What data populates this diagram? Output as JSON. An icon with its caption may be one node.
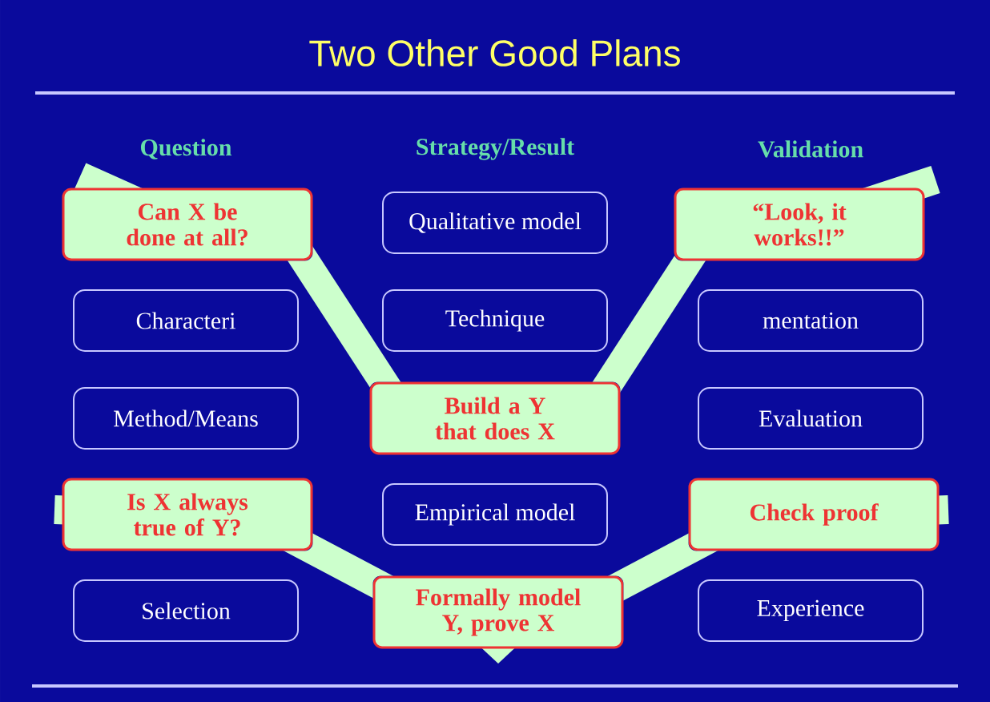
{
  "diagram": {
    "title": "Two Other Good Plans",
    "nodes": [
      {
        "text": [
          "Can X be done at all?"
        ]
      },
      {
        "text": [
          "Qualitative model"
        ]
      },
      {
        "text": [
          "“Look, it works!!”"
        ]
      },
      {
        "text": [
          "Characteri"
        ]
      },
      {
        "text": [
          "Technique"
        ]
      },
      {
        "text": [
          "mentation"
        ]
      },
      {
        "text": [
          "Method/Means"
        ]
      },
      {
        "text": [
          "Build a Y that does X"
        ]
      },
      {
        "text": [
          "Evaluation"
        ]
      },
      {
        "text": [
          "Is X always true of Y?"
        ]
      },
      {
        "text": [
          "Empirical model"
        ]
      },
      {
        "text": [
          "Check proof"
        ]
      },
      {
        "text": [
          "Selection"
        ]
      },
      {
        "text": [
          "Formally model Y, prove X"
        ]
      },
      {
        "text": [
          "Experience"
        ]
      }
    ],
    "edges": [
      {
        "from": 0,
        "to": 7,
        "arrow": "none"
      },
      {
        "from": 7,
        "to": 2,
        "arrow": "none"
      },
      {
        "from": 9,
        "to": 13,
        "arrow": "none"
      },
      {
        "from": 13,
        "to": 11,
        "arrow": "none"
      }
    ],
    "labels": [
      "Question",
      "Strategy/Result",
      "Validation"
    ]
  }
}
